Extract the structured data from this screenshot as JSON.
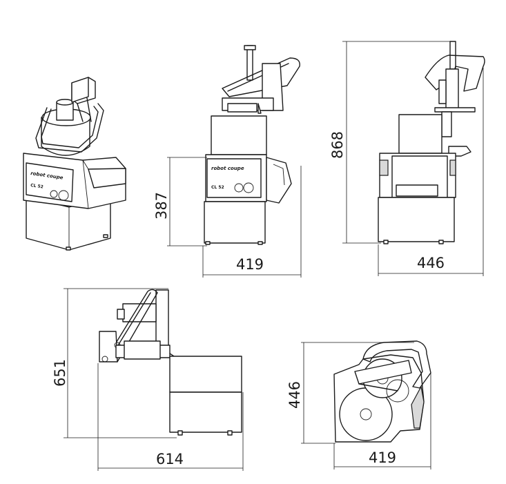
{
  "product": {
    "brand_label": "robot coupe",
    "model_label": "CL 52"
  },
  "dimensions": {
    "front_height": "387",
    "front_width": "419",
    "rear_height": "868",
    "rear_width": "446",
    "side_height": "651",
    "side_length": "614",
    "top_depth": "446",
    "top_width": "419"
  }
}
